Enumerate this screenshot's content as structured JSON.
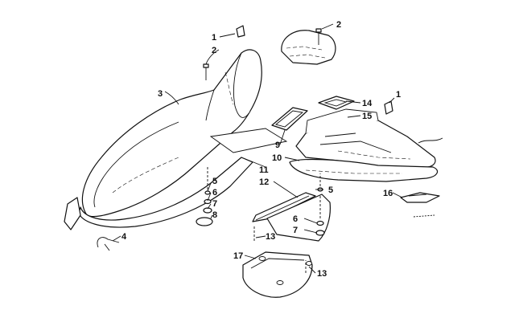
{
  "callouts": {
    "c1a": "1",
    "c1b": "1",
    "c2a": "2",
    "c2b": "2",
    "c3": "3",
    "c4": "4",
    "c5a": "5",
    "c5b": "5",
    "c6a": "6",
    "c6b": "6",
    "c7a": "7",
    "c7b": "7",
    "c8": "8",
    "c9": "9",
    "c10": "10",
    "c11": "11",
    "c12": "12",
    "c13a": "13",
    "c13b": "13",
    "c14": "14",
    "c15": "15",
    "c16": "16",
    "c17": "17"
  },
  "colors": {
    "line": "#111111",
    "background": "#ffffff"
  }
}
